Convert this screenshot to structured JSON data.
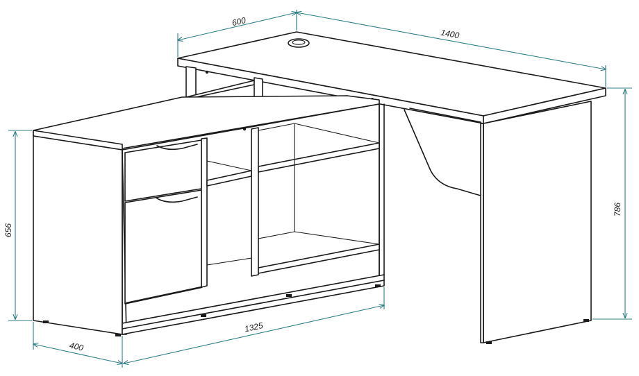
{
  "dimensions": {
    "top_depth": "600",
    "top_width": "1400",
    "desk_height": "786",
    "cabinet_height": "656",
    "cabinet_depth": "400",
    "cabinet_length": "1325"
  },
  "colors": {
    "outline": "#1a1a1a",
    "dimension_line": "#2f7f86",
    "background": "#ffffff"
  }
}
